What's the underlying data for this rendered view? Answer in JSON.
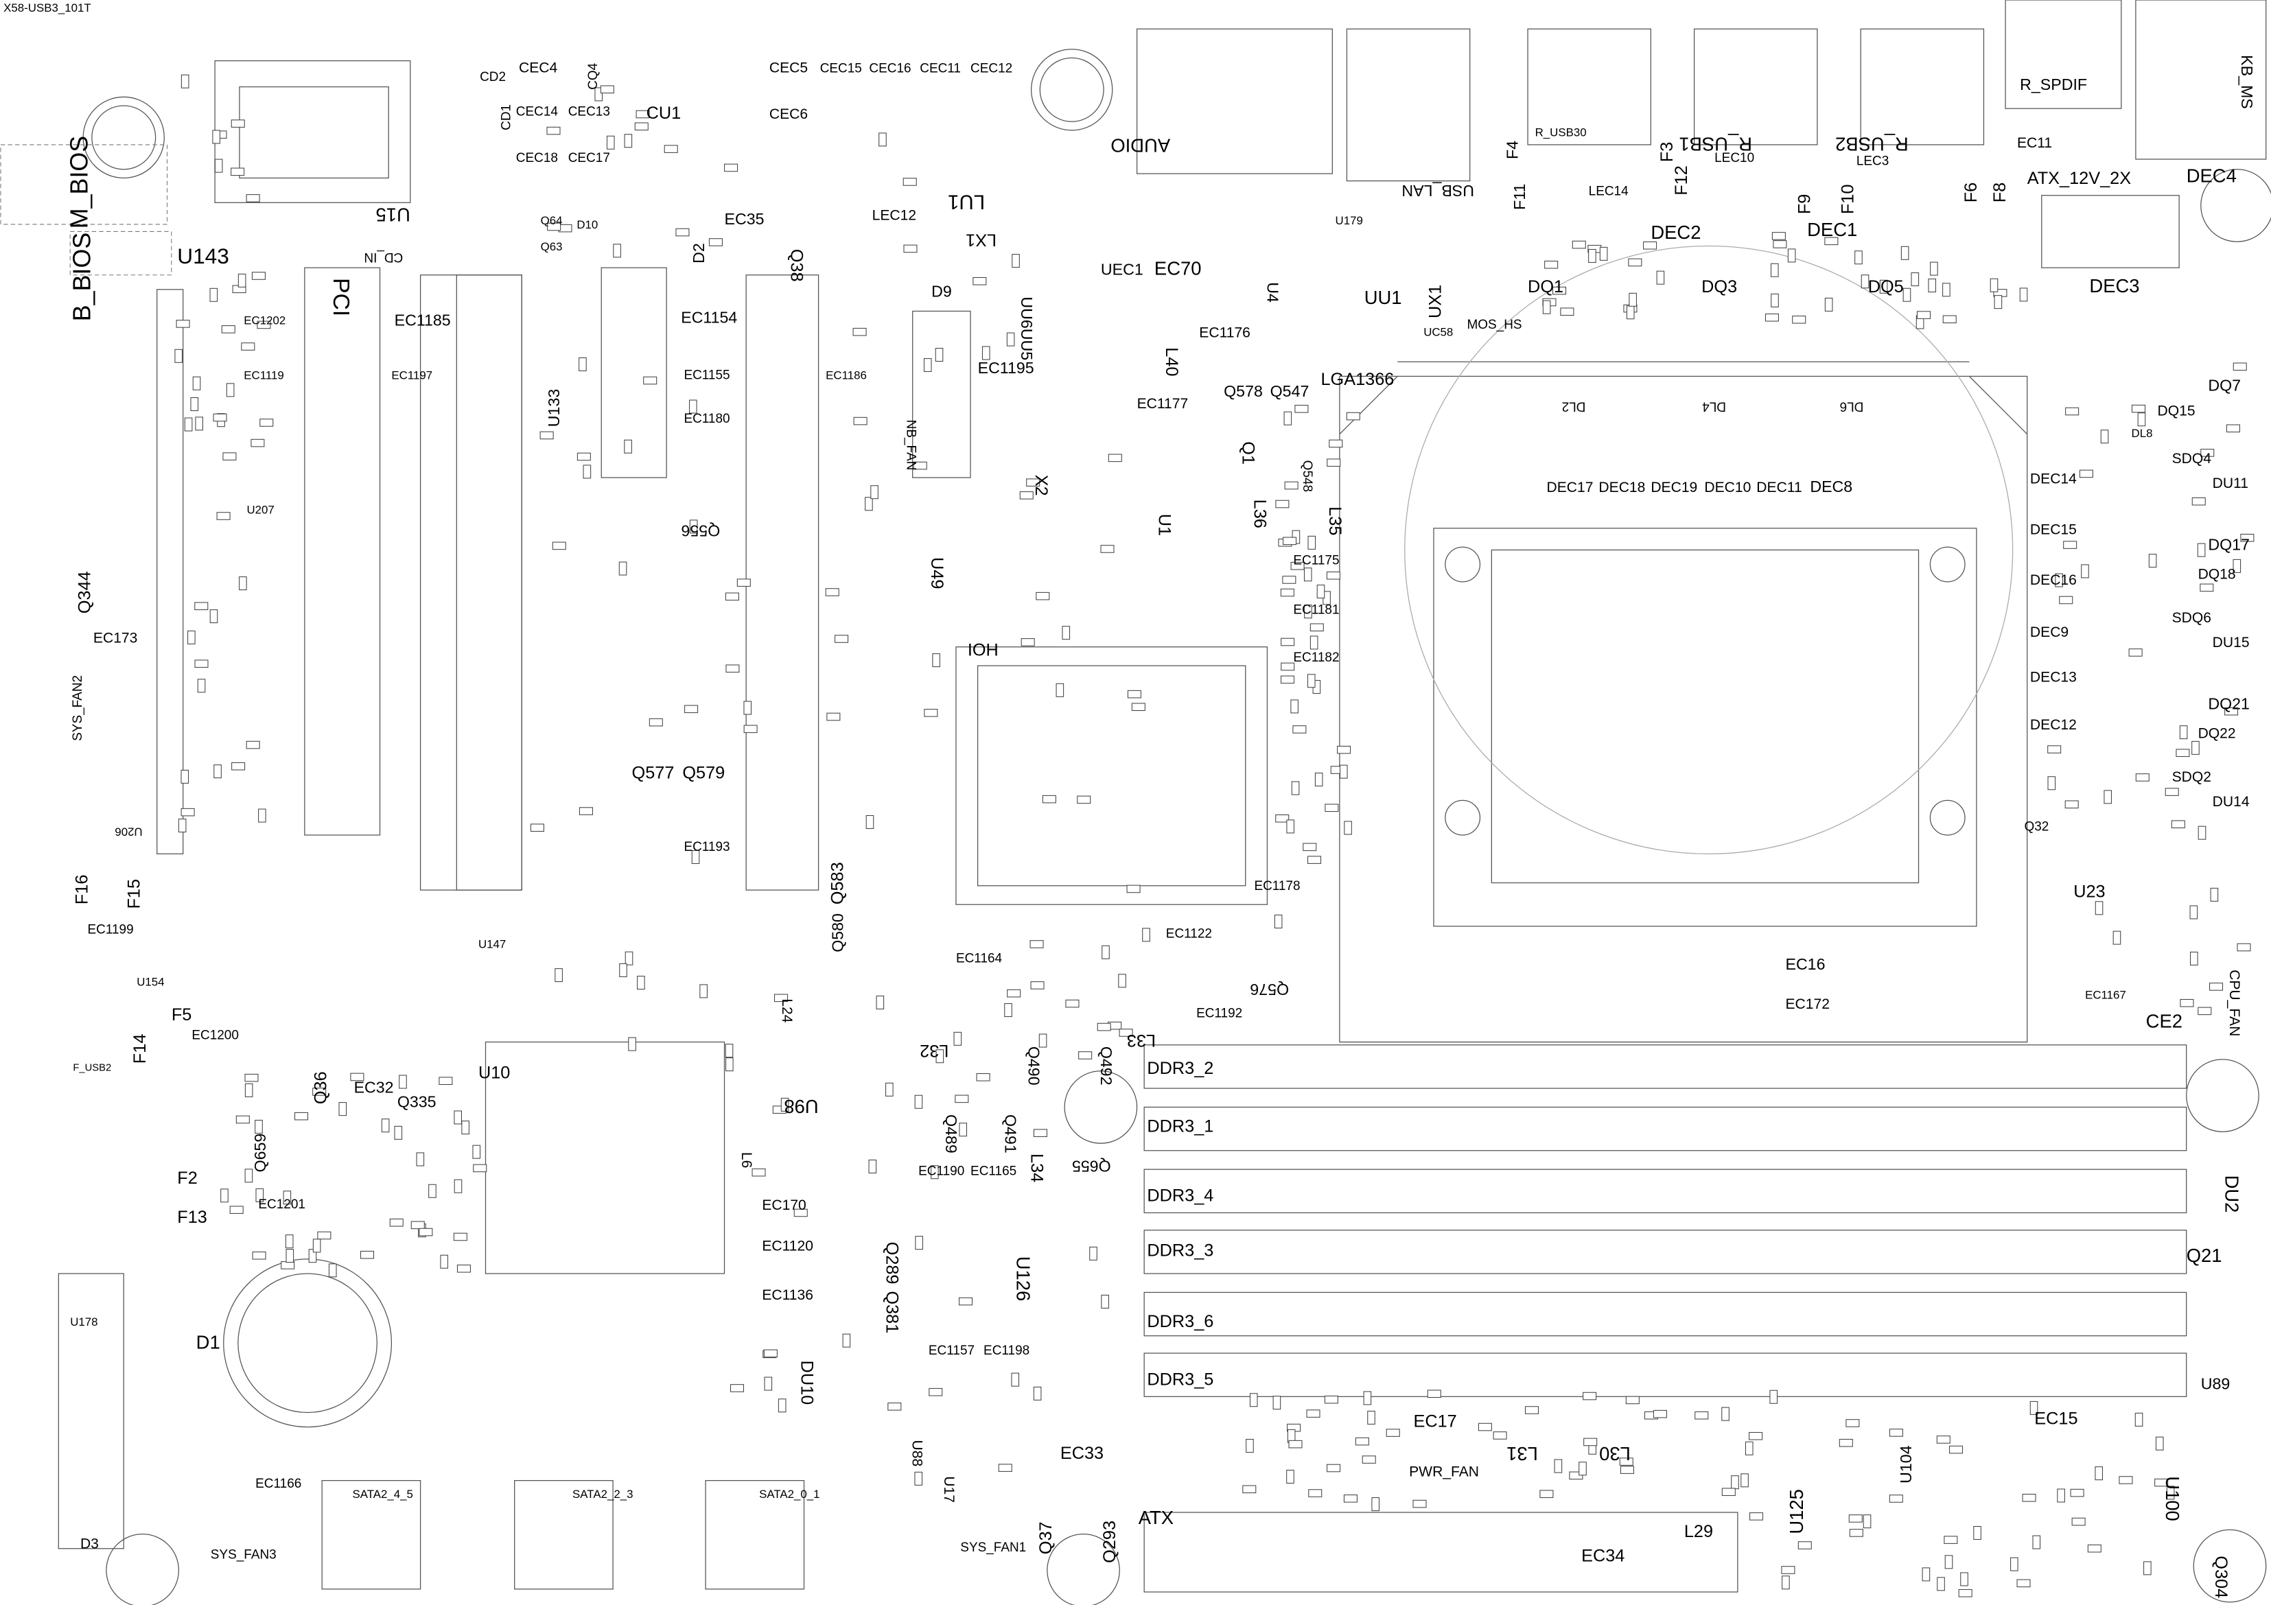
{
  "labels": [
    "X58-USB3_101T",
    "M_BIOS",
    "B_BIOS",
    "U143",
    "PCI",
    "U15",
    "CD_IN",
    "CD2",
    "CEC4",
    "CEC14",
    "CEC13",
    "CEC18",
    "CEC17",
    "CQ4",
    "CD1",
    "CU1",
    "CEC5",
    "CEC15",
    "CEC16",
    "CEC11",
    "CEC12",
    "CEC6",
    "AUDIO",
    "LU1",
    "LX1",
    "UEC1",
    "EC70",
    "EC35",
    "D2",
    "Q38",
    "UU1",
    "UX1",
    "LGA1366",
    "USB_LAN",
    "F4",
    "F11",
    "R_USB30",
    "R_USB1",
    "R_USB2",
    "R_SPDIF",
    "KB_MS",
    "F3",
    "F12",
    "F9",
    "F10",
    "F6",
    "F8",
    "ATX_12V_2X",
    "DEC4",
    "DEC2",
    "DEC1",
    "DEC3",
    "DQ1",
    "DQ3",
    "DQ5",
    "EC1185",
    "EC1154",
    "EC1176",
    "EC1195",
    "L40",
    "EC1177",
    "Q578",
    "Q547",
    "Q1",
    "U1",
    "X2",
    "U49",
    "Q556",
    "U133",
    "IOH",
    "DEC17",
    "DEC18",
    "DEC19",
    "DEC10",
    "DEC11",
    "DEC8",
    "DQ7",
    "DL8",
    "DEC14",
    "DEC15",
    "DEC16",
    "DEC9",
    "DEC13",
    "DEC12",
    "DQ17",
    "DQ21",
    "U23",
    "CPU_FAN",
    "CE2",
    "Q344",
    "EC173",
    "SYS_FAN2",
    "F16",
    "F15",
    "EC1199",
    "F5",
    "F14",
    "EC1200",
    "Q577",
    "Q579",
    "EC1193",
    "Q583",
    "Q580",
    "U10",
    "Q36",
    "EC32",
    "Q335",
    "U98",
    "L32",
    "Q490",
    "Q492",
    "L33",
    "EC1192",
    "Q576",
    "EC1164",
    "EC1122",
    "EC16",
    "EC172",
    "DDR3_2",
    "DDR3_1",
    "DDR3_4",
    "DDR3_3",
    "DDR3_6",
    "DDR3_5",
    "DU2",
    "Q21",
    "U89",
    "Q659",
    "F2",
    "F13",
    "EC1201",
    "EC170",
    "EC1120",
    "EC1136",
    "Q289",
    "Q381",
    "U126",
    "L34",
    "Q489",
    "Q491",
    "EC1190",
    "EC1165",
    "Q655",
    "D1",
    "DU10",
    "U88",
    "U17",
    "EC33",
    "Q37",
    "Q293",
    "ATX",
    "EC1157",
    "EC1198",
    "EC17",
    "L31",
    "L30",
    "PWR_FAN",
    "L29",
    "EC34",
    "U125",
    "U104",
    "EC15",
    "U100",
    "Q304",
    "SATA2_4_5",
    "SATA2_2_3",
    "SATA2_0_1",
    "SYS_FAN3",
    "SYS_FAN1",
    "EC1166",
    "D3",
    "U178",
    "D9",
    "UU6UU5",
    "EC1155",
    "EC1180",
    "EC1186",
    "NB_FAN",
    "L36",
    "L35",
    "Q548",
    "EC1175",
    "EC1181",
    "EC1182",
    "EC1178",
    "U154",
    "U206",
    "EC1197",
    "EC1119",
    "EC1202",
    "DL2",
    "DL4",
    "DL6",
    "SDQ4",
    "DU11",
    "SDQ6",
    "DU15",
    "SDQ2",
    "DU14",
    "DQ15",
    "DQ18",
    "DQ22",
    "Q32",
    "U147",
    "EC1167",
    "LEC12",
    "LEC10",
    "LEC14",
    "LEC3",
    "EC11",
    "MOS_HS",
    "L24",
    "L6",
    "Q64",
    "Q63",
    "D10",
    "U179",
    "U4",
    "UC58",
    "U207",
    "F_USB2"
  ],
  "colors": {
    "line": "#555555",
    "text": "#000000",
    "background": "#ffffff"
  }
}
